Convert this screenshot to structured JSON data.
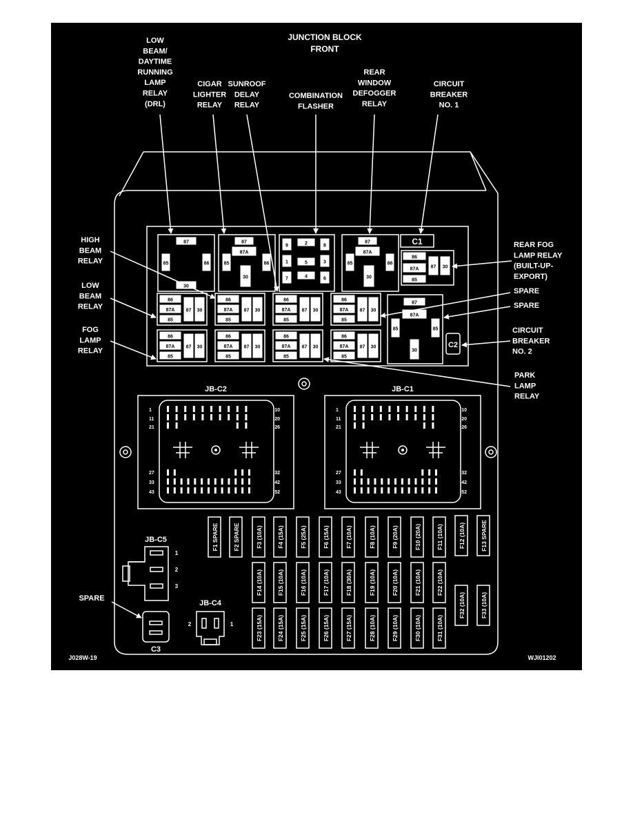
{
  "title_lines": [
    "JUNCTION BLOCK",
    "FRONT"
  ],
  "callouts": {
    "low_beam_drl": [
      "LOW",
      "BEAM/",
      "DAYTIME",
      "RUNNING",
      "LAMP",
      "RELAY",
      "(DRL)"
    ],
    "cigar_lighter": [
      "CIGAR",
      "LIGHTER",
      "RELAY"
    ],
    "sunroof_delay": [
      "SUNROOF",
      "DELAY",
      "RELAY"
    ],
    "combination_flasher": [
      "COMBINATION",
      "FLASHER"
    ],
    "rear_window_defogger": [
      "REAR",
      "WINDOW",
      "DEFOGGER",
      "RELAY"
    ],
    "circuit_breaker_1": [
      "CIRCUIT",
      "BREAKER",
      "NO. 1"
    ],
    "high_beam": [
      "HIGH",
      "BEAM",
      "RELAY"
    ],
    "low_beam": [
      "LOW",
      "BEAM",
      "RELAY"
    ],
    "fog_lamp": [
      "FOG",
      "LAMP",
      "RELAY"
    ],
    "rear_fog": [
      "REAR FOG",
      "LAMP RELAY",
      "(BUILT-UP-",
      "EXPORT)"
    ],
    "spare_1": [
      "SPARE"
    ],
    "spare_2": [
      "SPARE"
    ],
    "circuit_breaker_2": [
      "CIRCUIT",
      "BREAKER",
      "NO. 2"
    ],
    "park_lamp": [
      "PARK",
      "LAMP",
      "RELAY"
    ],
    "spare_c3": [
      "SPARE"
    ]
  },
  "terminals": {
    "t87": "87",
    "t87a": "87A",
    "t85": "85",
    "t86": "86",
    "t30": "30"
  },
  "flasher_pins": [
    "9",
    "2",
    "8",
    "1",
    "5",
    "3",
    "7",
    "4",
    "6"
  ],
  "breakers": {
    "c1": "C1",
    "c2": "C2",
    "c3": "C3"
  },
  "connectors": {
    "jbc2": "JB-C2",
    "jbc1": "JB-C1",
    "jbc5": "JB-C5",
    "jbc4": "JB-C4",
    "pins_left": [
      "1",
      "11",
      "21",
      "27",
      "33",
      "43"
    ],
    "pins_right": [
      "10",
      "20",
      "26",
      "32",
      "42",
      "52"
    ],
    "c5_pins": [
      "1",
      "2",
      "3"
    ],
    "c4_pins": [
      "2",
      "1"
    ]
  },
  "fuses_row1": [
    "F1 SPARE",
    "F2 SPARE",
    "F3 (10A)",
    "F4 (15A)",
    "F5 (25A)",
    "F6 (15A)",
    "F7 (10A)",
    "F8 (10A)",
    "F9 (20A)",
    "F10 (20A)",
    "F11 (10A)",
    "F12 (10A)",
    "F13 SPARE"
  ],
  "fuses_row2": [
    "F14 (10A)",
    "F15 (10A)",
    "F16 (10A)",
    "F17 (10A)",
    "F18 (30A)",
    "F19 (10A)",
    "F20 (10A)",
    "F21 (10A)",
    "F22 (10A)"
  ],
  "fuses_row3": [
    "F23 (15A)",
    "F24 (15A)",
    "F25 (15A)",
    "F26 (15A)",
    "F27 (15A)",
    "F28 (10A)",
    "F29 (10A)",
    "F30 (10A)",
    "F31 (10A)"
  ],
  "fuses_extra": [
    "F32 (10A)",
    "F33 (10A)"
  ],
  "footer": {
    "left": "J028W-19",
    "right": "WJI01202"
  }
}
